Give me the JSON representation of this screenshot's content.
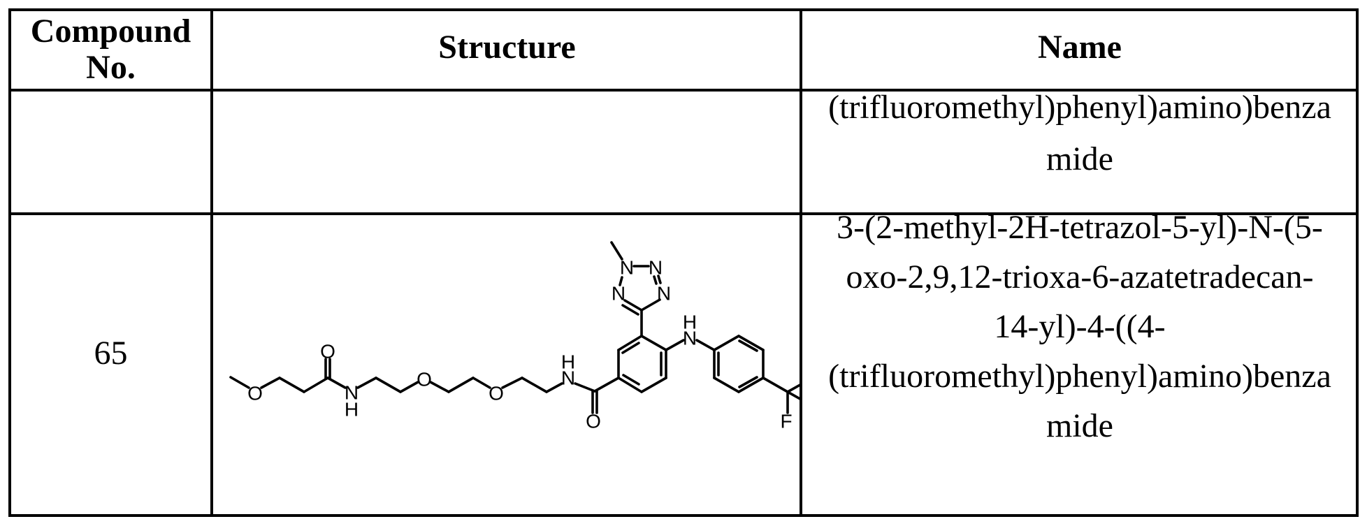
{
  "table": {
    "headers": {
      "compound_no": [
        "Compound",
        "No."
      ],
      "structure": "Structure",
      "name": "Name"
    },
    "rows": [
      {
        "compound_no": "",
        "structure": "",
        "name_lines": [
          "(trifluoromethyl)phenyl)amino)benza",
          "mide"
        ],
        "note": ""
      },
      {
        "compound_no": "65",
        "structure": {
          "atom_labels": {
            "methoxy_o": "O",
            "carbonyl_o_1": "O",
            "amide_n_1": "N",
            "amide_h_1": "H",
            "ether_o_1": "O",
            "ether_o_2": "O",
            "amide_n_2": "N",
            "amide_h_2": "H",
            "carbonyl_o_2": "O",
            "aniline_n": "N",
            "aniline_h": "H",
            "tetrazole_n1": "N",
            "tetrazole_n2": "N",
            "tetrazole_n3": "N",
            "tetrazole_n4": "N",
            "fluorine": "F"
          }
        },
        "name_lines": [
          "3-(2-methyl-2H-tetrazol-5-yl)-N-(5-",
          "oxo-2,9,12-trioxa-6-azatetradecan-",
          "14-yl)-4-((4-",
          "(trifluoromethyl)phenyl)amino)benza",
          "mide"
        ]
      }
    ]
  }
}
